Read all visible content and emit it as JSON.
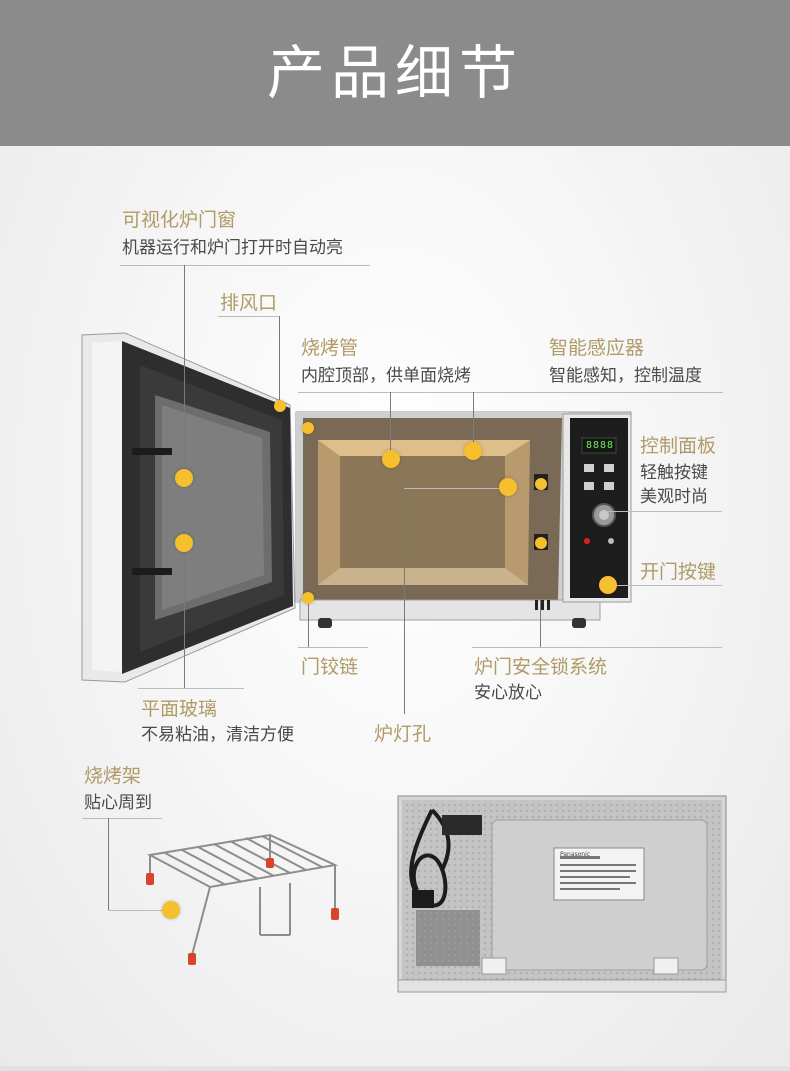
{
  "header": {
    "title": "产品细节"
  },
  "labels": {
    "window": {
      "title": "可视化炉门窗",
      "desc": "机器运行和炉门打开时自动亮"
    },
    "vent": {
      "title": "排风口"
    },
    "grill_tube": {
      "title": "烧烤管",
      "desc": "内腔顶部，供单面烧烤"
    },
    "sensor": {
      "title": "智能感应器",
      "desc": "智能感知，控制温度"
    },
    "control_panel": {
      "title": "控制面板",
      "desc1": "轻触按键",
      "desc2": "美观时尚"
    },
    "door_button": {
      "title": "开门按键"
    },
    "hinge": {
      "title": "门铰链"
    },
    "safety_lock": {
      "title": "炉门安全锁系统",
      "desc": "安心放心"
    },
    "glass": {
      "title": "平面玻璃",
      "desc": "不易粘油，清洁方便"
    },
    "lamp_hole": {
      "title": "炉灯孔"
    },
    "rack": {
      "title": "烧烤架",
      "desc": "贴心周到"
    }
  },
  "display": {
    "readout": "8888"
  },
  "panel_labels": {
    "brand": "Panasonic"
  },
  "colors": {
    "header_bg": "#8b8b8b",
    "title_gold": "#b09a67",
    "hotspot": "#f6bf2e"
  }
}
